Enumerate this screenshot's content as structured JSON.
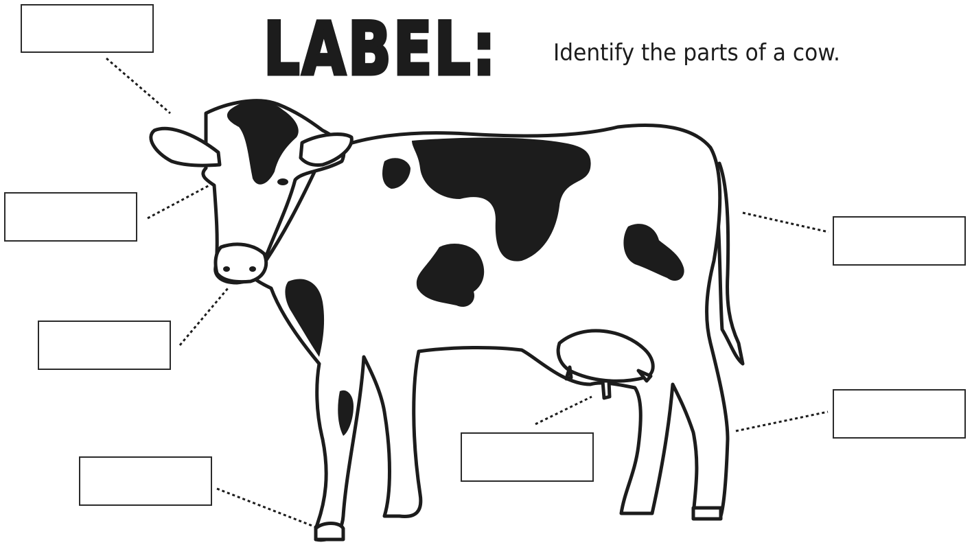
{
  "worksheet": {
    "title": "LABEL:",
    "instruction": "Identify the parts of a cow.",
    "colors": {
      "ink": "#1c1c1c",
      "background": "#ffffff"
    },
    "label_boxes": [
      {
        "name": "ear-label-box",
        "text": ""
      },
      {
        "name": "eye-label-box",
        "text": ""
      },
      {
        "name": "nose-label-box",
        "text": ""
      },
      {
        "name": "hoof-label-box",
        "text": ""
      },
      {
        "name": "udder-label-box",
        "text": ""
      },
      {
        "name": "tail-label-box",
        "text": ""
      },
      {
        "name": "leg-label-box",
        "text": ""
      }
    ]
  }
}
